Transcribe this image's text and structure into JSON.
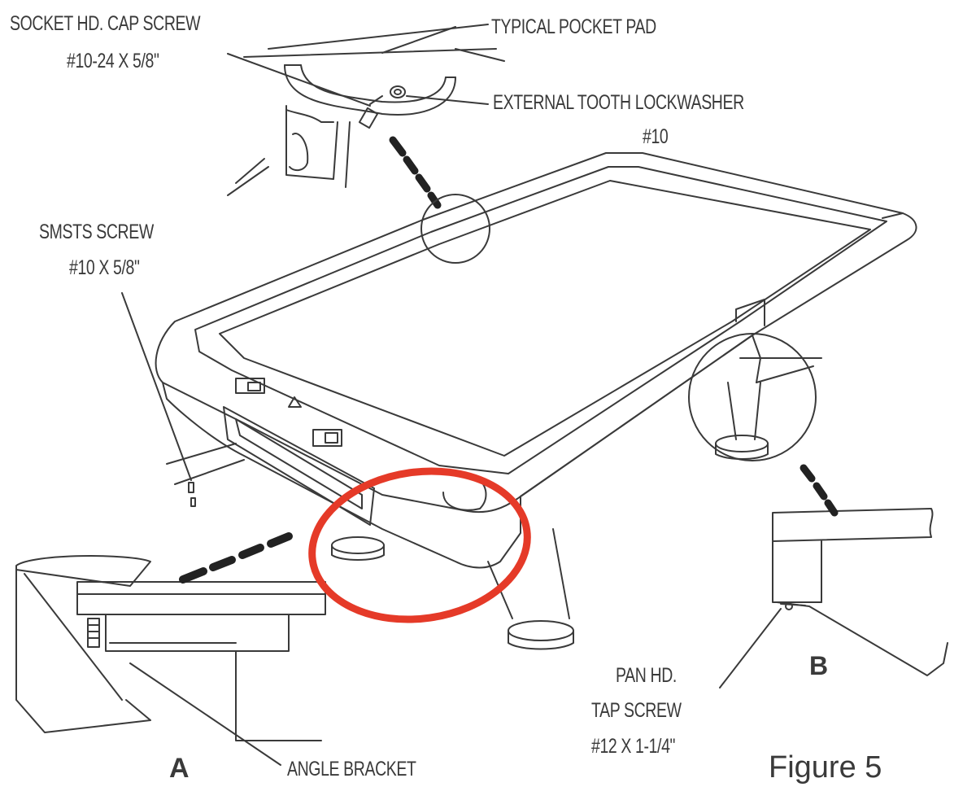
{
  "labels": {
    "socket_screw_line1": "SOCKET HD. CAP SCREW",
    "socket_screw_line2": "#10-24 X 5/8\"",
    "pocket_pad": "TYPICAL POCKET PAD",
    "lockwasher_line1": "EXTERNAL TOOTH LOCKWASHER",
    "lockwasher_line2": "#10",
    "smsts_line1": "SMSTS SCREW",
    "smsts_line2": "#10 X 5/8\"",
    "pan_line1": "PAN HD.",
    "pan_line2": "TAP SCREW",
    "pan_line3": "#12 X 1-1/4\"",
    "angle_bracket": "ANGLE BRACKET",
    "detail_a": "A",
    "detail_b": "B",
    "figure": "Figure 5"
  },
  "colors": {
    "line": "#3a3a3a",
    "highlight": "#e53a28",
    "paper": "#ffffff"
  }
}
